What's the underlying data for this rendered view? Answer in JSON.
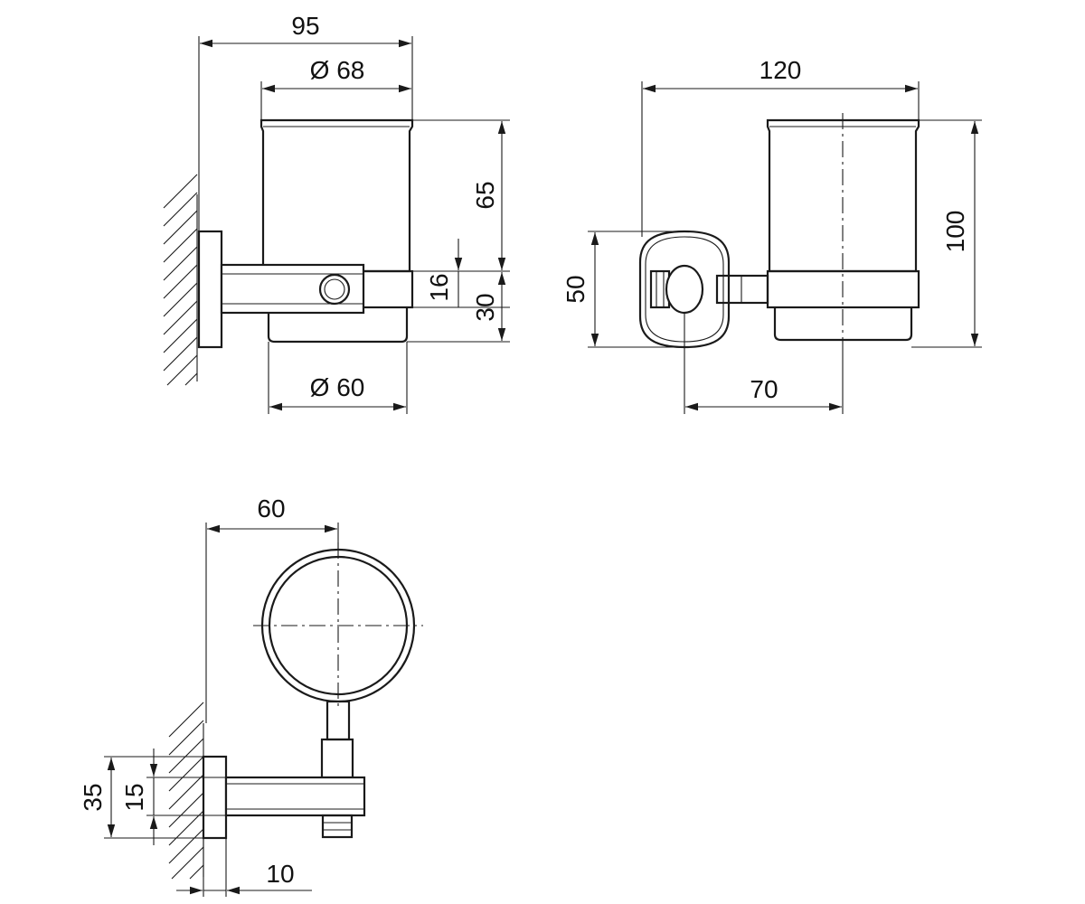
{
  "diagram": {
    "front_view": {
      "dims": {
        "overall_width": "95",
        "cup_diameter": "Ø 68",
        "cup_height": "65",
        "holder_height": "16",
        "mount_height": "30",
        "base_diameter": "Ø 60"
      }
    },
    "side_view": {
      "dims": {
        "overall_width": "120",
        "overall_height": "100",
        "plate_height": "50",
        "center_offset": "70"
      }
    },
    "top_view": {
      "dims": {
        "projection": "60",
        "plate_height": "35",
        "arm_height": "15",
        "plate_thickness": "10"
      }
    }
  }
}
